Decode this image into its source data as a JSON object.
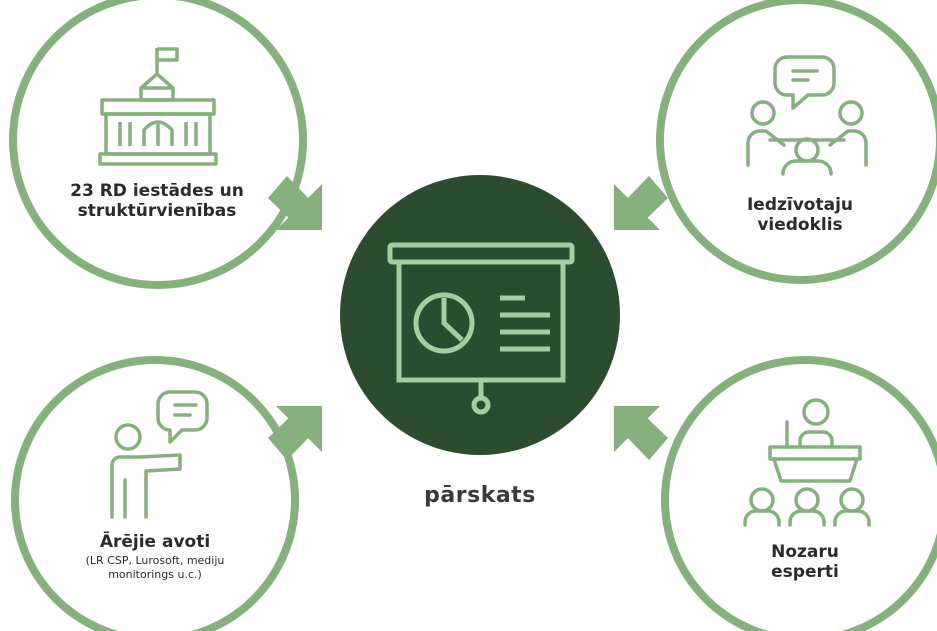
{
  "colors": {
    "ring": "#86b07e",
    "icon": "#86b07e",
    "center": "#2d4b2e",
    "center_icon": "#a9cba0"
  },
  "center": {
    "label": "pārskats",
    "icon": "presentation-board-pie-chart-icon"
  },
  "nodes": [
    {
      "id": "institutions",
      "icon": "government-building-icon",
      "lines": [
        "23 RD iestādes un",
        "struktūrvienības"
      ]
    },
    {
      "id": "residents",
      "icon": "group-discussion-icon",
      "lines": [
        "Iedzīvotaju",
        "viedoklis"
      ]
    },
    {
      "id": "external",
      "icon": "presenter-speech-icon",
      "lines": [
        "Ārējie avoti"
      ],
      "sub": [
        "(LR CSP, Lurosoft, mediju",
        "monitorings u.c.)"
      ]
    },
    {
      "id": "experts",
      "icon": "expert-panel-icon",
      "lines": [
        "Nozaru",
        "esperti"
      ]
    }
  ]
}
